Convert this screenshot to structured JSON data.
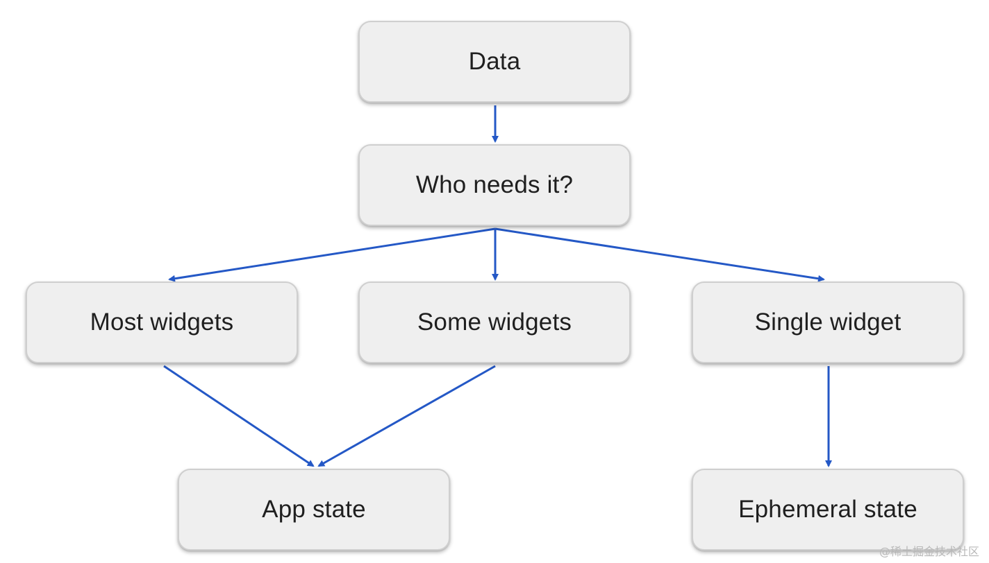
{
  "diagram": {
    "nodes": {
      "data": "Data",
      "who_needs_it": "Who needs it?",
      "most_widgets": "Most widgets",
      "some_widgets": "Some widgets",
      "single_widget": "Single widget",
      "app_state": "App state",
      "ephemeral_state": "Ephemeral state"
    },
    "edges": [
      {
        "from": "data",
        "to": "who_needs_it"
      },
      {
        "from": "who_needs_it",
        "to": "most_widgets"
      },
      {
        "from": "who_needs_it",
        "to": "some_widgets"
      },
      {
        "from": "who_needs_it",
        "to": "single_widget"
      },
      {
        "from": "most_widgets",
        "to": "app_state"
      },
      {
        "from": "some_widgets",
        "to": "app_state"
      },
      {
        "from": "single_widget",
        "to": "ephemeral_state"
      }
    ],
    "colors": {
      "arrow": "#2458c6",
      "box_fill": "#efefef",
      "box_border": "#cfcfcf",
      "text": "#1f1f1f"
    }
  },
  "watermark": "@稀土掘金技术社区"
}
